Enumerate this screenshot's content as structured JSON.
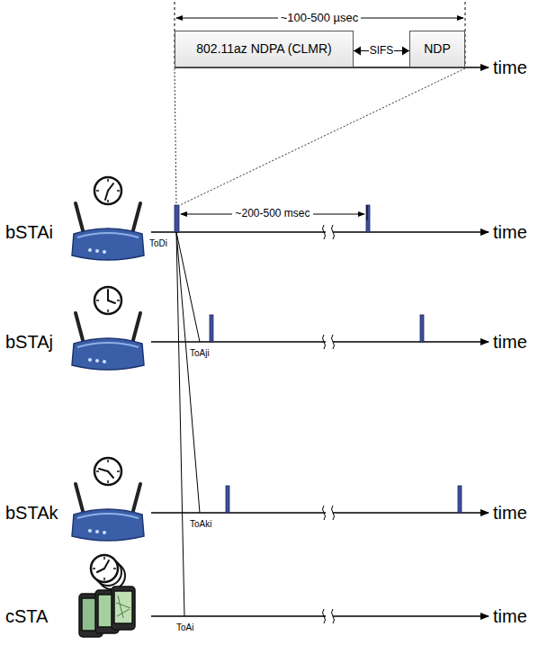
{
  "diagram": {
    "nodes": [
      {
        "text": [
          "802.11az NDPA (CLMR)"
        ]
      },
      {
        "text": [
          "NDP"
        ]
      }
    ],
    "edges": [
      {
        "from": 0,
        "to": 1,
        "label": "SIFS",
        "arrow": "both"
      }
    ],
    "labels": [
      "~100-500 µsec",
      "time",
      "bSTAi",
      "ToDi",
      "~200-500 msec",
      "time",
      "bSTAj",
      "ToAji",
      "time",
      "bSTAk",
      "ToAki",
      "time",
      "cSTA",
      "ToAi",
      "time"
    ]
  }
}
